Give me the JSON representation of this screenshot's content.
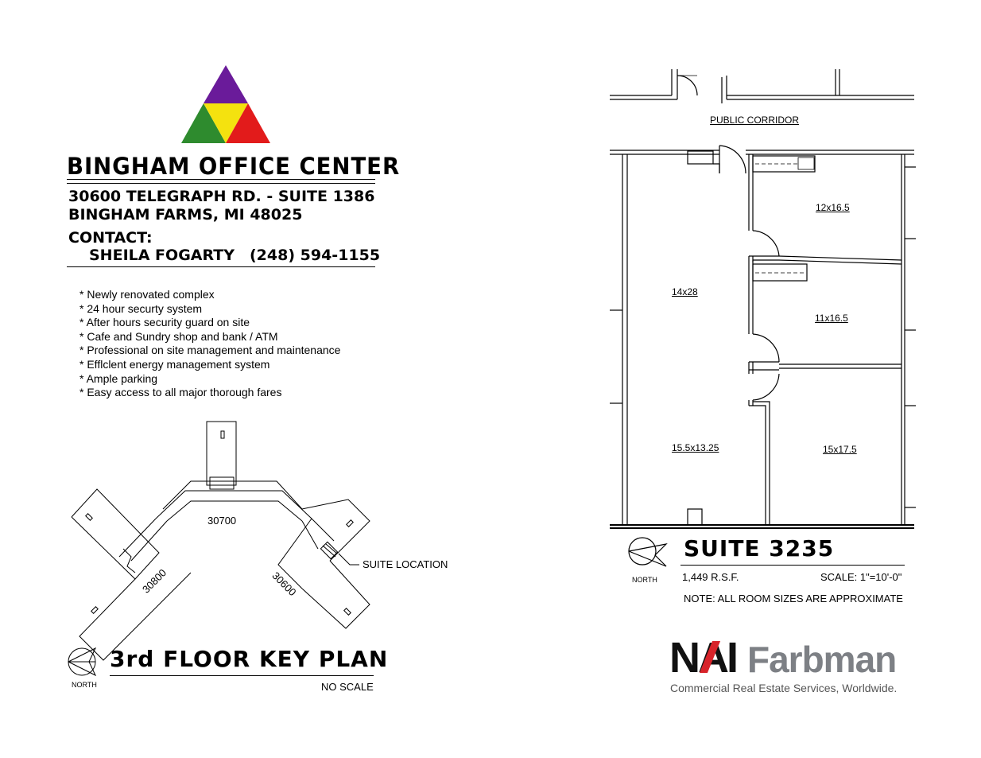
{
  "brand": {
    "name": "BINGHAM OFFICE CENTER",
    "address_line1": "30600 TELEGRAPH RD. - SUITE 1386",
    "address_line2": "BINGHAM FARMS, MI 48025",
    "contact_label": "CONTACT:",
    "contact_name": "SHEILA FOGARTY",
    "contact_phone": "(248) 594-1155",
    "logo_colors": {
      "top": "#6a1b9a",
      "left": "#2e8b2e",
      "center": "#f4e20f",
      "right": "#e21b1b"
    }
  },
  "features": [
    "* Newly renovated complex",
    "* 24 hour securty system",
    "* After hours security guard on site",
    "* Cafe and Sundry shop and bank / ATM",
    "* Professional on site management and maintenance",
    "* Efflclent energy management system",
    "* Ample parking",
    "* Easy access to all major thorough fares"
  ],
  "key_plan": {
    "title": "3rd FLOOR KEY PLAN",
    "scale": "NO SCALE",
    "north": "NORTH",
    "buildings": [
      "30700",
      "30800",
      "30600"
    ],
    "suite_location_label": "SUITE LOCATION"
  },
  "floor_plan": {
    "corridor_label": "PUBLIC CORRIDOR",
    "rooms": [
      "12x16.5",
      "14x28",
      "11x16.5",
      "15.5x13.25",
      "15x17.5"
    ],
    "suite_title": "SUITE 3235",
    "area": "1,449 R.S.F.",
    "scale": "SCALE: 1\"=10'-0\"",
    "note": "NOTE: ALL ROOM SIZES ARE APPROXIMATE",
    "north": "NORTH"
  },
  "company": {
    "logo_mark": "NAI",
    "logo_name": "Farbman",
    "tagline": "Commercial Real Estate Services, Worldwide.",
    "logo_red": "#d8232a"
  }
}
